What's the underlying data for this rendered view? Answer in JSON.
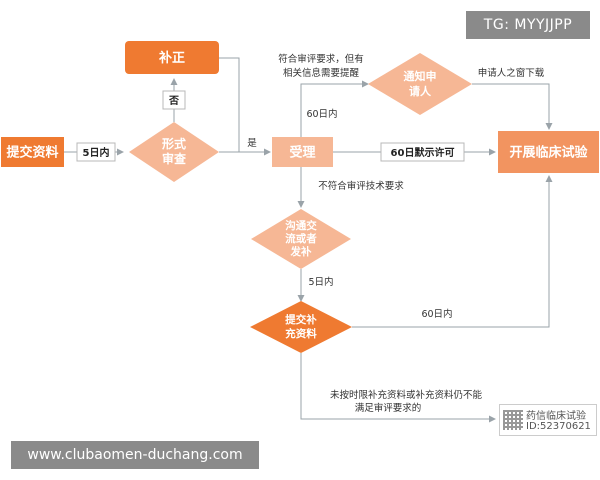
{
  "nodes": {
    "submit_materials": "提交资料",
    "formal_review": [
      "形式",
      "审查"
    ],
    "supplement_correction": "补正",
    "acceptance": "受理",
    "start_trial": "开展临床试验",
    "notify_applicant": [
      "通知申",
      "请人"
    ],
    "communicate": [
      "沟通交",
      "流或者",
      "发补"
    ],
    "submit_supplement": [
      "提交补",
      "充资料"
    ]
  },
  "labels": {
    "five_days_1": "5日内",
    "no": "否",
    "yes": "是",
    "meets_requirements": [
      "符合审评要求，但有",
      "相关信息需要提醒"
    ],
    "applicant_download": "申请人之窗下载",
    "sixty_days_1": "60日内",
    "sixty_days_default": "60日默示许可",
    "not_meeting_tech": "不符合审评技术要求",
    "five_days_2": "5日内",
    "sixty_days_2": "60日内",
    "not_on_time": [
      "未按时限补充资料或补充资料仍不能",
      "满足审评要求的"
    ]
  },
  "watermarks": {
    "tg": "TG: MYYJJPP",
    "site": "www.clubaomen-duchang.com",
    "stamp": [
      "药信临床试验",
      "ID:52370621"
    ]
  },
  "colors": {
    "orange_dark": "#ef7a31",
    "orange_mid": "#f29460",
    "orange_light": "#f6b795",
    "line": "#9aa3a9",
    "watermark_bg": "#8a8a8a"
  }
}
